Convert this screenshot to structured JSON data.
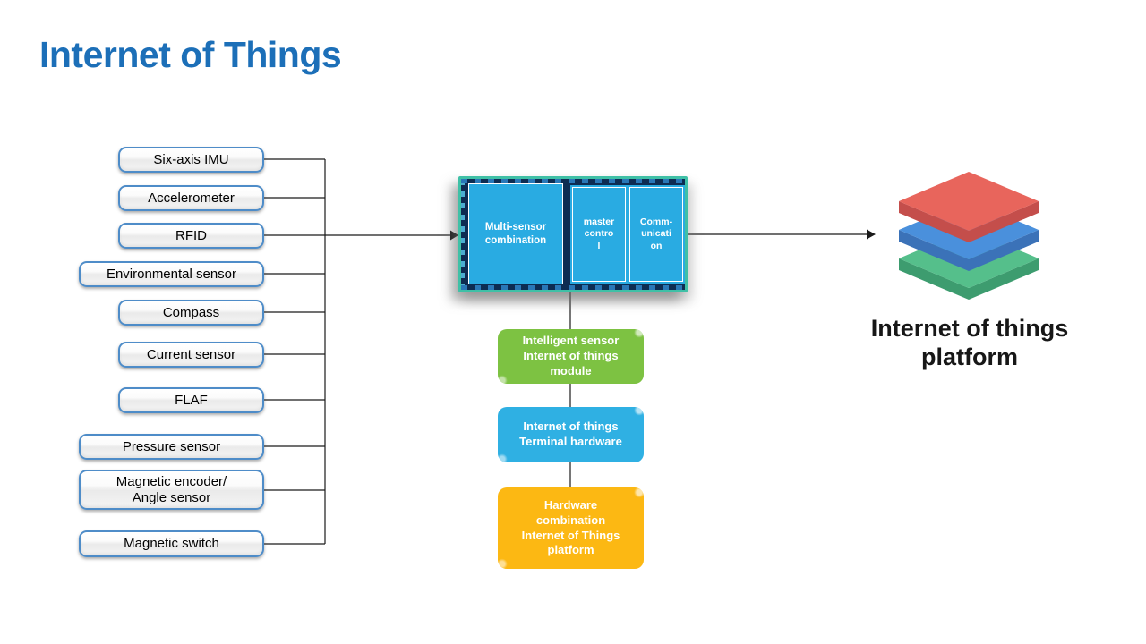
{
  "title": "Internet of Things",
  "sensors": [
    {
      "label": "Six-axis IMU"
    },
    {
      "label": "Accelerometer"
    },
    {
      "label": "RFID"
    },
    {
      "label": "Environmental sensor"
    },
    {
      "label": "Compass"
    },
    {
      "label": "Current sensor"
    },
    {
      "label": "FLAF"
    },
    {
      "label": "Pressure sensor"
    },
    {
      "label": "Magnetic encoder/\nAngle sensor"
    },
    {
      "label": "Magnetic switch"
    }
  ],
  "chip": {
    "multi_sensor_label": "Multi-sensor\ncombination",
    "master_control_label": "master\ncontro\nl",
    "communication_label": "Comm-\nunicati\non"
  },
  "flow_boxes": [
    {
      "label": "Intelligent sensor\nInternet of things\nmodule",
      "color": "#7DC242"
    },
    {
      "label": "Internet of things\nTerminal hardware",
      "color": "#2FB0E3"
    },
    {
      "label": "Hardware\ncombination\nInternet of Things\nplatform",
      "color": "#FCB813"
    }
  ],
  "platform": {
    "label": "Internet of things\nplatform",
    "layers": [
      {
        "name": "top",
        "face": "#E8655C",
        "side": "#C44E4B"
      },
      {
        "name": "middle",
        "face": "#4A90DC",
        "side": "#3B72B8"
      },
      {
        "name": "bottom",
        "face": "#55BF8B",
        "side": "#3D9C6F"
      }
    ]
  },
  "colors": {
    "title": "#1C6FB8",
    "sensor_border": "#4E8CC8",
    "chip_border": "#3FC0A6",
    "chip_body": "#0D2C52",
    "chip_cell": "#29ABE2",
    "connector": "#1A1A1A"
  }
}
